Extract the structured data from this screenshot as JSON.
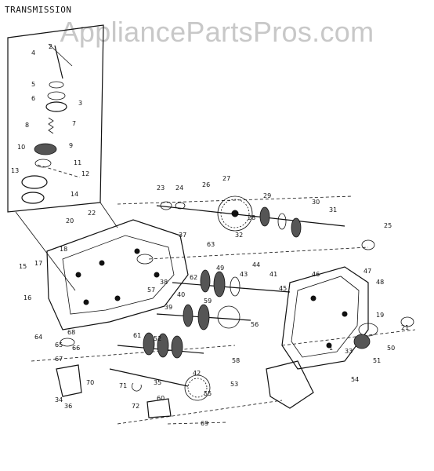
{
  "title": "TRANSMISSION",
  "watermark": "AppliancePartsPros.com",
  "part_numbers": [
    "1",
    "2",
    "3",
    "4",
    "5",
    "6",
    "7",
    "8",
    "9",
    "10",
    "11",
    "12",
    "13",
    "14",
    "15",
    "16",
    "17",
    "18",
    "19",
    "20",
    "21",
    "22",
    "23",
    "24",
    "25",
    "26",
    "27",
    "28",
    "29",
    "30",
    "31",
    "32",
    "33",
    "34",
    "35",
    "36",
    "37",
    "38",
    "39",
    "40",
    "41",
    "42",
    "43",
    "44",
    "45",
    "46",
    "47",
    "48",
    "49",
    "50",
    "51",
    "52",
    "53",
    "54",
    "55",
    "56",
    "57",
    "58",
    "59",
    "60",
    "61",
    "62",
    "63",
    "64",
    "65",
    "66",
    "67",
    "68",
    "69",
    "70",
    "71",
    "72"
  ]
}
